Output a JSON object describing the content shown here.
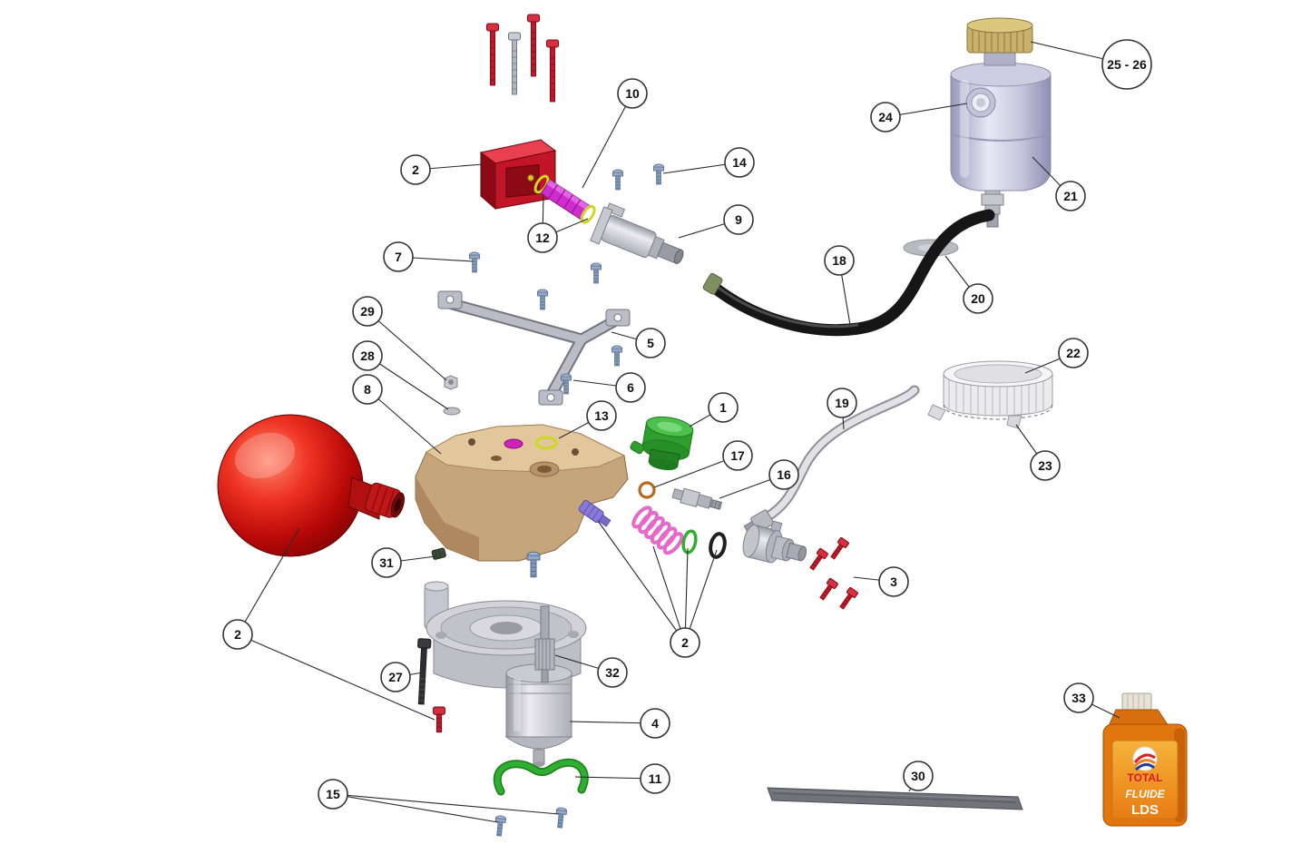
{
  "callouts": [
    {
      "label": "10"
    },
    {
      "label": "25 - 26"
    },
    {
      "label": "2"
    },
    {
      "label": "14"
    },
    {
      "label": "9"
    },
    {
      "label": "12"
    },
    {
      "label": "7"
    },
    {
      "label": "24"
    },
    {
      "label": "21"
    },
    {
      "label": "18"
    },
    {
      "label": "20"
    },
    {
      "label": "29"
    },
    {
      "label": "28"
    },
    {
      "label": "5"
    },
    {
      "label": "6"
    },
    {
      "label": "8"
    },
    {
      "label": "22"
    },
    {
      "label": "13"
    },
    {
      "label": "1"
    },
    {
      "label": "19"
    },
    {
      "label": "23"
    },
    {
      "label": "17"
    },
    {
      "label": "16"
    },
    {
      "label": "3"
    },
    {
      "label": "31"
    },
    {
      "label": "2"
    },
    {
      "label": "2"
    },
    {
      "label": "27"
    },
    {
      "label": "32"
    },
    {
      "label": "4"
    },
    {
      "label": "11"
    },
    {
      "label": "15"
    },
    {
      "label": "30"
    },
    {
      "label": "33"
    }
  ],
  "bottle": {
    "brand": "TOTAL",
    "product": "FLUIDE",
    "grade": "LDS"
  },
  "colors": {
    "background": "#ffffff",
    "leader_line": "#2a2a2a",
    "callout_stroke": "#333333",
    "accumulator_red": "#c00808",
    "block_red": "#c21527",
    "pump_body_tan": "#c7a57a",
    "valve_green": "#2f9e2f",
    "spool_magenta": "#cf2ecf",
    "oring_yellow": "#ccd822",
    "oring_green": "#2db02d",
    "oring_black": "#1e1e1e",
    "spring_pink": "#e668c8",
    "hose_black": "#161616",
    "reservoir_lavender": "#c6c6de",
    "cap_gold": "#c9b169",
    "screw_blue": "#8099b8",
    "screw_red": "#c21828",
    "bottle_orange": "#e2760e",
    "strip_gray": "#70747a"
  }
}
